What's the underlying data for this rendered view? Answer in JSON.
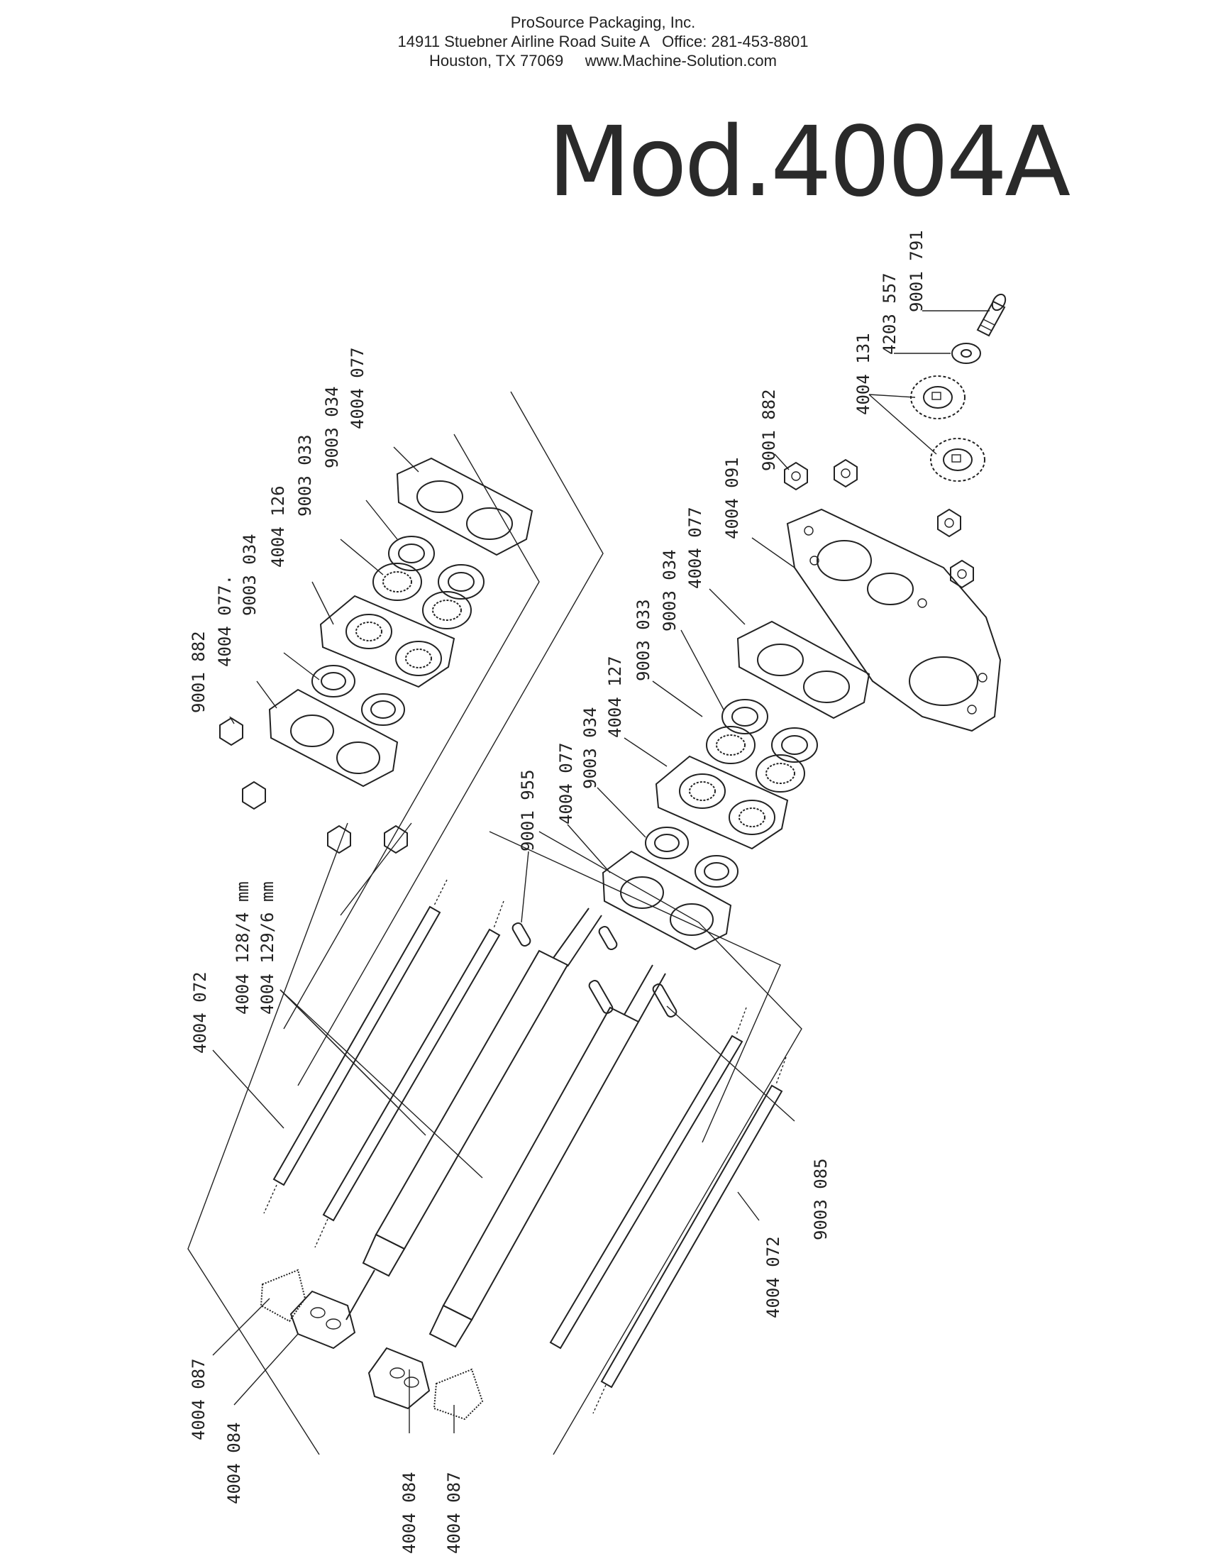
{
  "header": {
    "company": "ProSource Packaging, Inc.",
    "address_line": "14911 Stuebner Airline Road Suite A   Office: 281-453-8801",
    "city_line": "Houston, TX 77069     www.Machine-Solution.com"
  },
  "model_title": "Mod.4004A",
  "part_labels": {
    "p9001_791": "9001 791",
    "p4203_557": "4203 557",
    "p4004_131": "4004 131",
    "p9001_882_right": "9001 882",
    "p4004_091": "4004 091",
    "p4004_077_right_top": "4004 077",
    "p9003_034_right_top": "9003 034",
    "p9003_033_right": "9003 033",
    "p4004_127": "4004 127",
    "p9003_034_right_low": "9003 034",
    "p4004_077_right_low": "4004 077",
    "p9001_955": "9001 955",
    "p4004_077_left_top": "4004 077",
    "p9003_034_left_top": "9003 034",
    "p9003_033_left": "9003 033",
    "p4004_126": "4004 126",
    "p9003_034_left_low": "9003 034",
    "p4004_077_left_low": "4004 077.",
    "p9001_882_left": "9001 882",
    "p4004_128": "4004 128/4 mm",
    "p4004_129": "4004 129/6 mm",
    "p4004_072_left": "4004 072",
    "p9003_085": "9003 085",
    "p4004_072_right": "4004 072",
    "p4004_087_left": "4004 087",
    "p4004_084_left": "4004 084",
    "p4004_084_bottom": "4004 084",
    "p4004_087_bottom": "4004 087"
  }
}
